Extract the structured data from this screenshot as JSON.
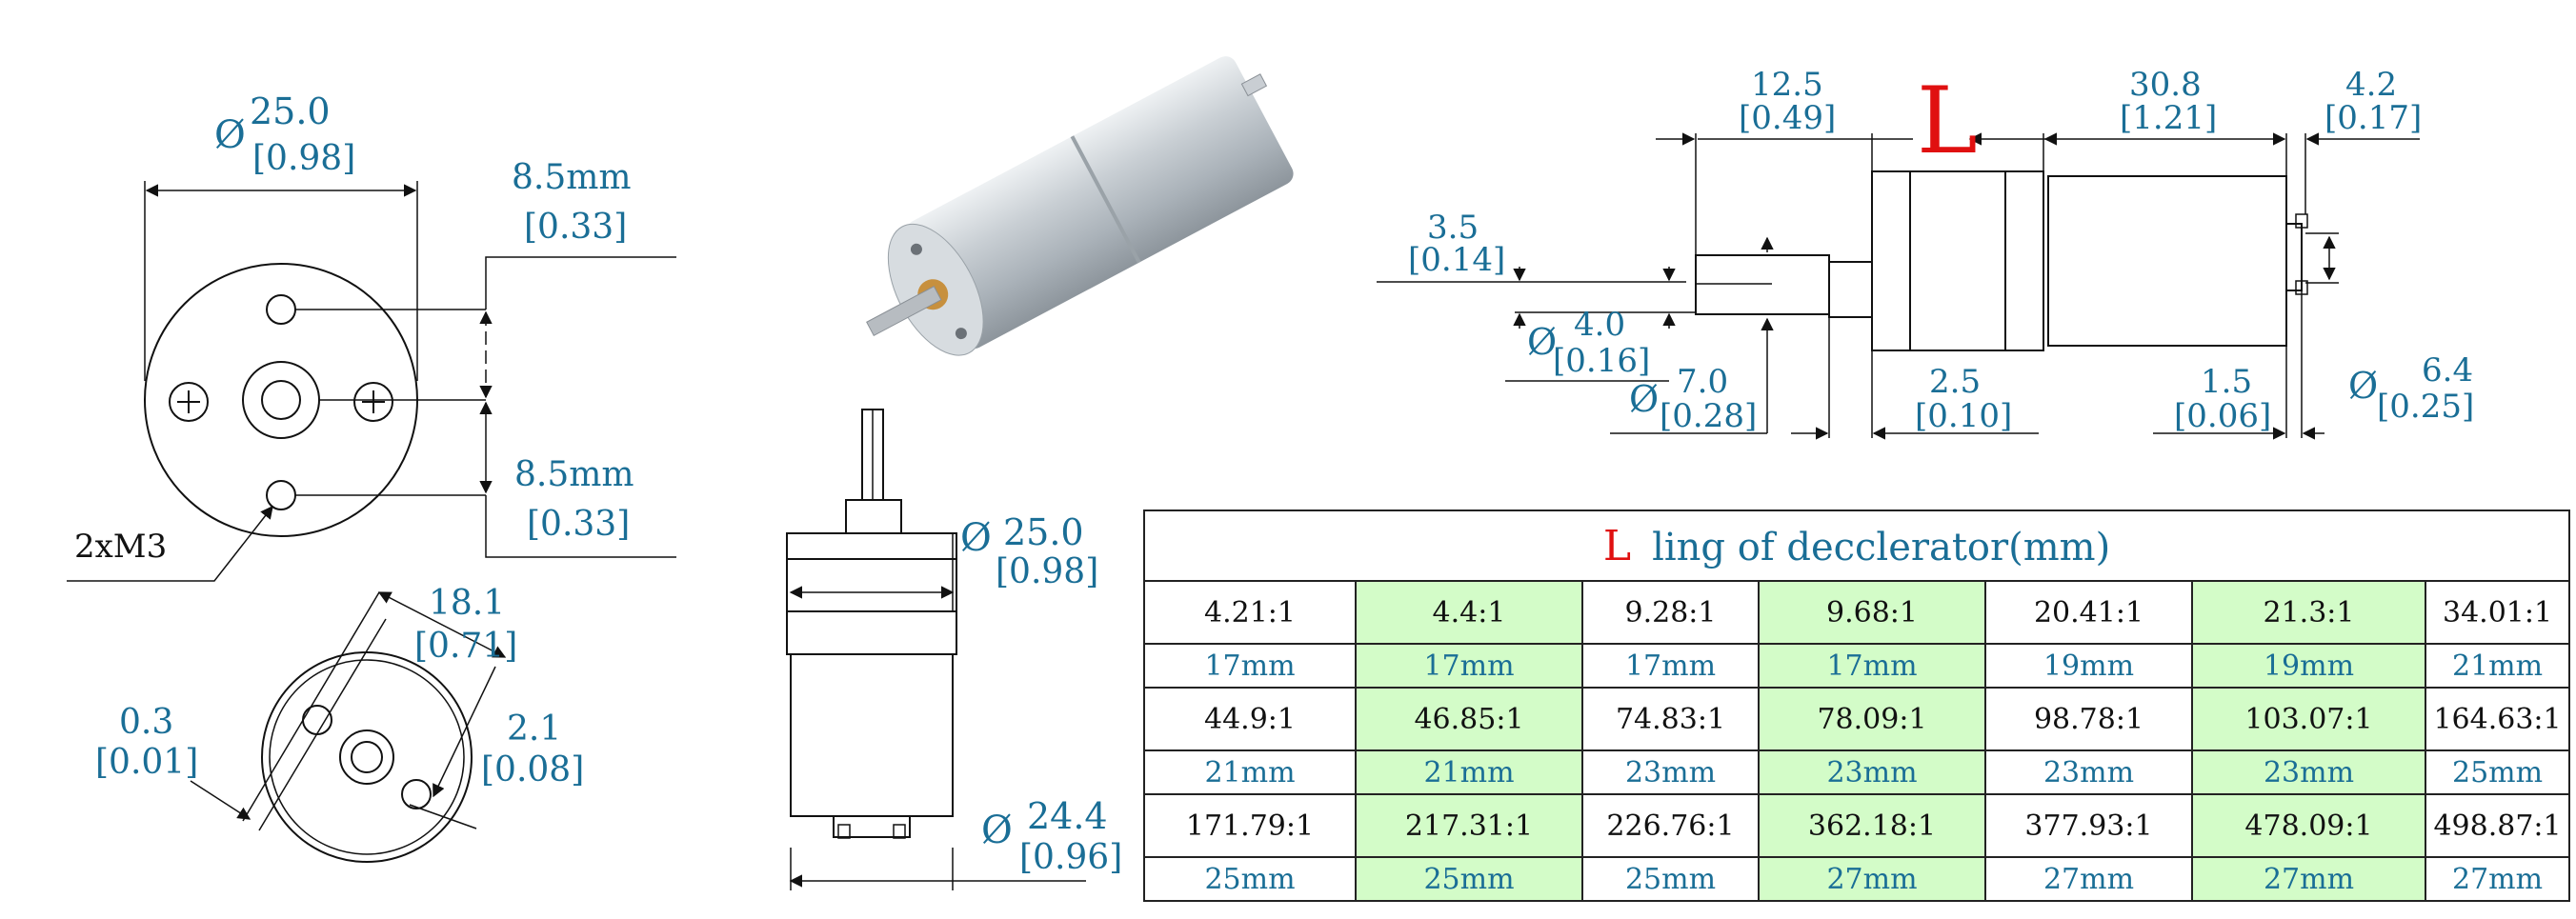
{
  "front_view": {
    "diameter": "25.0",
    "diameter_in": "[0.98]",
    "upper_offset": "8.5mm",
    "upper_offset_in": "[0.33]",
    "lower_offset": "8.5mm",
    "lower_offset_in": "[0.33]",
    "thread_label": "2xM3"
  },
  "rear_view": {
    "terminal_span": "18.1",
    "terminal_span_in": "[0.71]",
    "terminal_thickness": "0.3",
    "terminal_thickness_in": "[0.01]",
    "terminal_width": "2.1",
    "terminal_width_in": "[0.08]"
  },
  "top_view": {
    "gearbox_diameter": "25.0",
    "gearbox_diameter_in": "[0.98]",
    "motor_diameter": "24.4",
    "motor_diameter_in": "[0.96]"
  },
  "side_view": {
    "shaft_length": "12.5",
    "shaft_length_in": "[0.49]",
    "length_symbol": "L",
    "motor_length": "30.8",
    "motor_length_in": "[1.21]",
    "end_cap": "4.2",
    "end_cap_in": "[0.17]",
    "flat_depth": "3.5",
    "flat_depth_in": "[0.14]",
    "shaft_diameter": "4.0",
    "shaft_diameter_in": "[0.16]",
    "boss_diameter": "7.0",
    "boss_diameter_in": "[0.28]",
    "boss_length": "2.5",
    "boss_length_in": "[0.10]",
    "terminal_gap": "1.5",
    "terminal_gap_in": "[0.06]",
    "end_diameter": "6.4",
    "end_diameter_in": "[0.25]",
    "diameter_symbol": "Ø"
  },
  "table": {
    "title_l": "L",
    "title": "ling of decclerator(mm)",
    "rows": [
      {
        "ratios": [
          "4.21:1",
          "4.4:1",
          "9.28:1",
          "9.68:1",
          "20.41:1",
          "21.3:1",
          "34.01:1"
        ],
        "lengths": [
          "17mm",
          "17mm",
          "17mm",
          "17mm",
          "19mm",
          "19mm",
          "21mm"
        ]
      },
      {
        "ratios": [
          "44.9:1",
          "46.85:1",
          "74.83:1",
          "78.09:1",
          "98.78:1",
          "103.07:1",
          "164.63:1"
        ],
        "lengths": [
          "21mm",
          "21mm",
          "23mm",
          "23mm",
          "23mm",
          "23mm",
          "25mm"
        ]
      },
      {
        "ratios": [
          "171.79:1",
          "217.31:1",
          "226.76:1",
          "362.18:1",
          "377.93:1",
          "478.09:1",
          "498.87:1"
        ],
        "lengths": [
          "25mm",
          "25mm",
          "25mm",
          "27mm",
          "27mm",
          "27mm",
          "27mm"
        ]
      }
    ]
  },
  "colors": {
    "dimension_text": "#1a6e96",
    "accent_red": "#e01010",
    "highlight_green": "#d3fcc8"
  }
}
